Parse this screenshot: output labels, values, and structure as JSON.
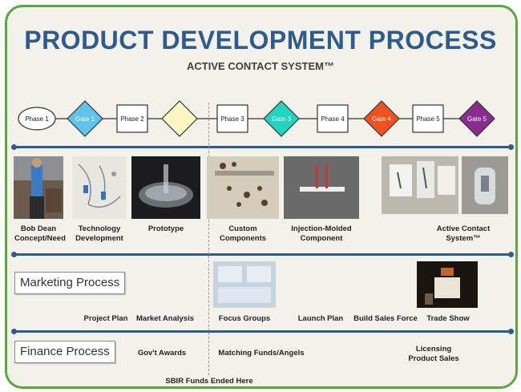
{
  "header": {
    "title": "PRODUCT DEVELOPMENT PROCESS",
    "subtitle": "ACTIVE CONTACT SYSTEM™"
  },
  "flow": {
    "nodes": [
      {
        "label": "Phase 1",
        "shape": "oval",
        "color": "#ffffff"
      },
      {
        "label": "Gate 1",
        "shape": "diamond",
        "color": "#5fc3ee"
      },
      {
        "label": "Phase 2",
        "shape": "box",
        "color": "#ffffff"
      },
      {
        "label": "",
        "shape": "diamond",
        "color": "#fbf6c2"
      },
      {
        "label": "Phase 3",
        "shape": "box",
        "color": "#ffffff"
      },
      {
        "label": "Gate 3",
        "shape": "diamond",
        "color": "#1fd5bf"
      },
      {
        "label": "Phase 4",
        "shape": "box",
        "color": "#ffffff"
      },
      {
        "label": "Gate 4",
        "shape": "diamond",
        "color": "#f1511e"
      },
      {
        "label": "Phase 5",
        "shape": "box",
        "color": "#ffffff"
      },
      {
        "label": "Gate 5",
        "shape": "diamond",
        "color": "#8a2b8f"
      }
    ]
  },
  "stages": [
    {
      "label": "Bob Dean Concept/Need"
    },
    {
      "label": "Technology Development"
    },
    {
      "label": "Prototype"
    },
    {
      "label": "Custom Components"
    },
    {
      "label": "Injection-Molded Component"
    },
    {
      "label": "Active Contact System™"
    }
  ],
  "marketing": {
    "title": "Marketing Process",
    "items": [
      "Project Plan",
      "Market Analysis",
      "Focus Groups",
      "Launch Plan",
      "Build Sales Force",
      "Trade Show"
    ]
  },
  "finance": {
    "title": "Finance Process",
    "items": [
      "Gov't Awards",
      "Matching Funds/Angels",
      "Licensing Product Sales"
    ],
    "note": "SBIR Funds Ended Here"
  },
  "colors": {
    "frame": "#5aa83c",
    "accent": "#2f5a8e",
    "background": "#f3f2ea"
  }
}
